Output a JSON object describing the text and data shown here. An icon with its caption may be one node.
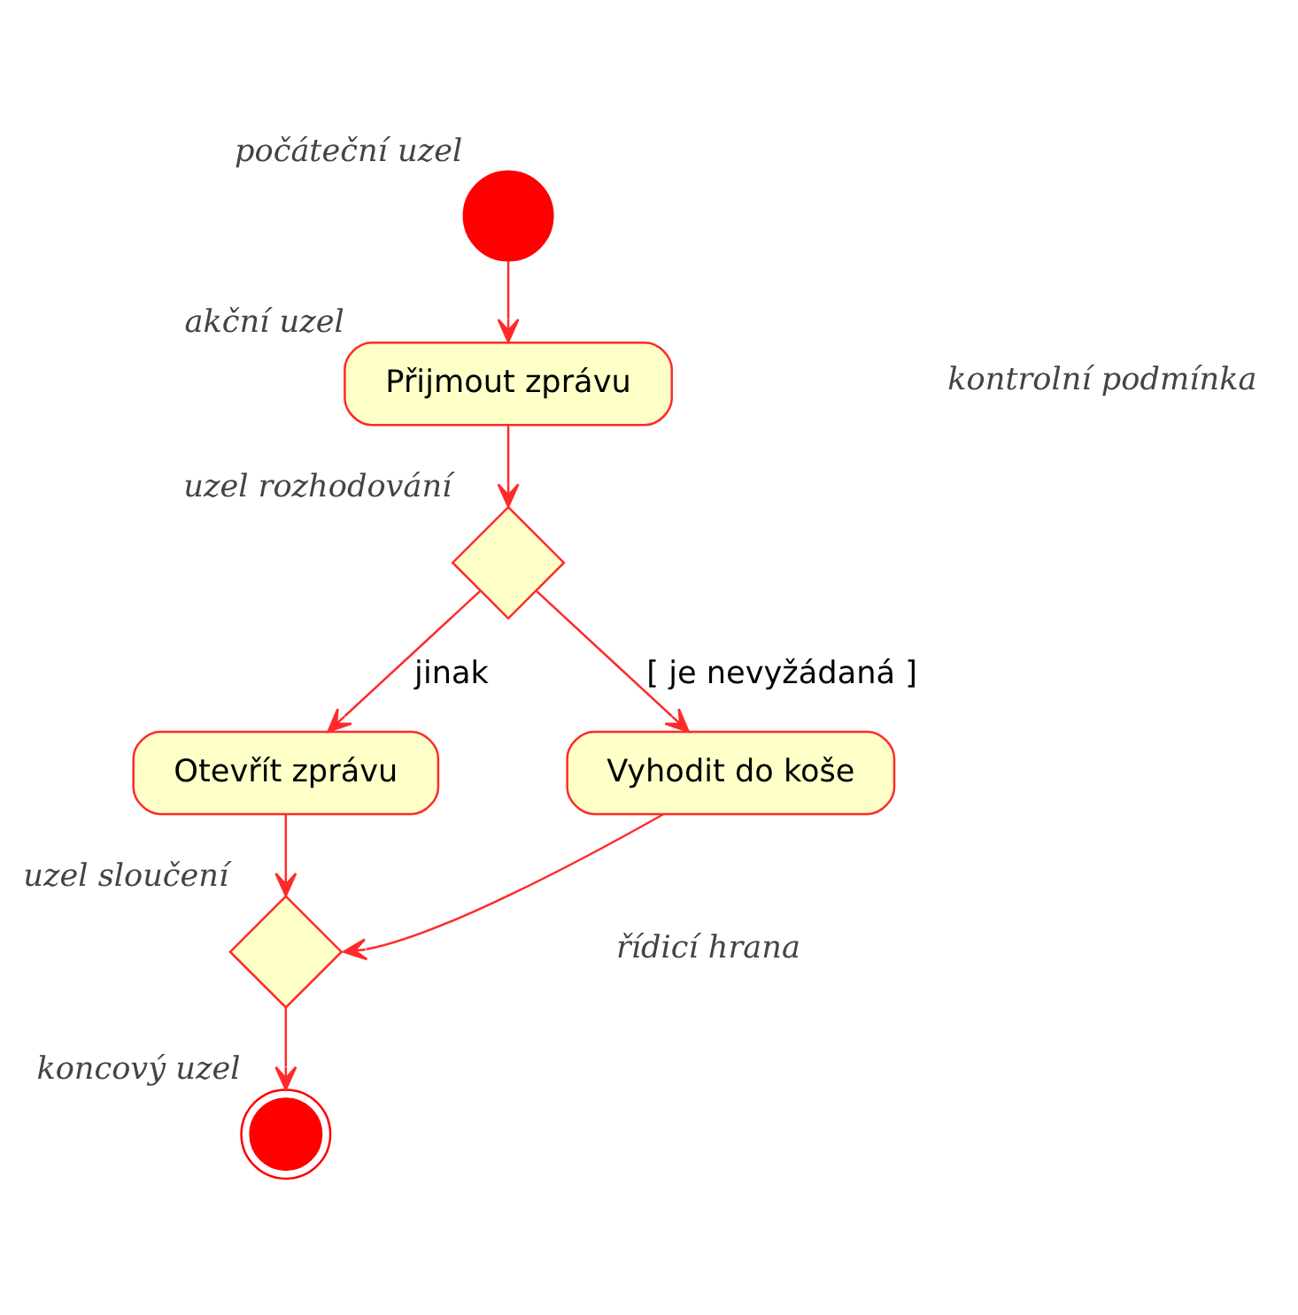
{
  "diagram": {
    "nodes": [
      {
        "text": [],
        "shape": "circle",
        "beside": [
          "počáteční uzel"
        ]
      },
      {
        "text": [
          "Přijmout zprávu"
        ],
        "beside": [
          "akční uzel"
        ]
      },
      {
        "text": [],
        "shape": "diamond",
        "beside": [
          "uzel rozhodování"
        ]
      },
      {
        "text": [
          "Otevřít zprávu"
        ]
      },
      {
        "text": [
          "Vyhodit do koše"
        ]
      },
      {
        "text": [],
        "shape": "diamond",
        "beside": [
          "uzel sloučení"
        ]
      },
      {
        "text": [],
        "shape": "circle",
        "beside": [
          "koncový uzel"
        ]
      }
    ],
    "edges": [
      {
        "from": 0,
        "to": 1,
        "arrow": "to"
      },
      {
        "from": 1,
        "to": 2,
        "arrow": "to"
      },
      {
        "from": 2,
        "to": 3,
        "arrow": "to",
        "label": "jinak"
      },
      {
        "from": 2,
        "to": 4,
        "arrow": "to",
        "label": "[ je nevyžádaná ]"
      },
      {
        "from": 3,
        "to": 5,
        "arrow": "to"
      },
      {
        "from": 4,
        "to": 5,
        "arrow": "to"
      },
      {
        "from": 5,
        "to": 6,
        "arrow": "to"
      }
    ],
    "labels": [
      "kontrolní podmínka",
      "řídicí hrana"
    ]
  }
}
